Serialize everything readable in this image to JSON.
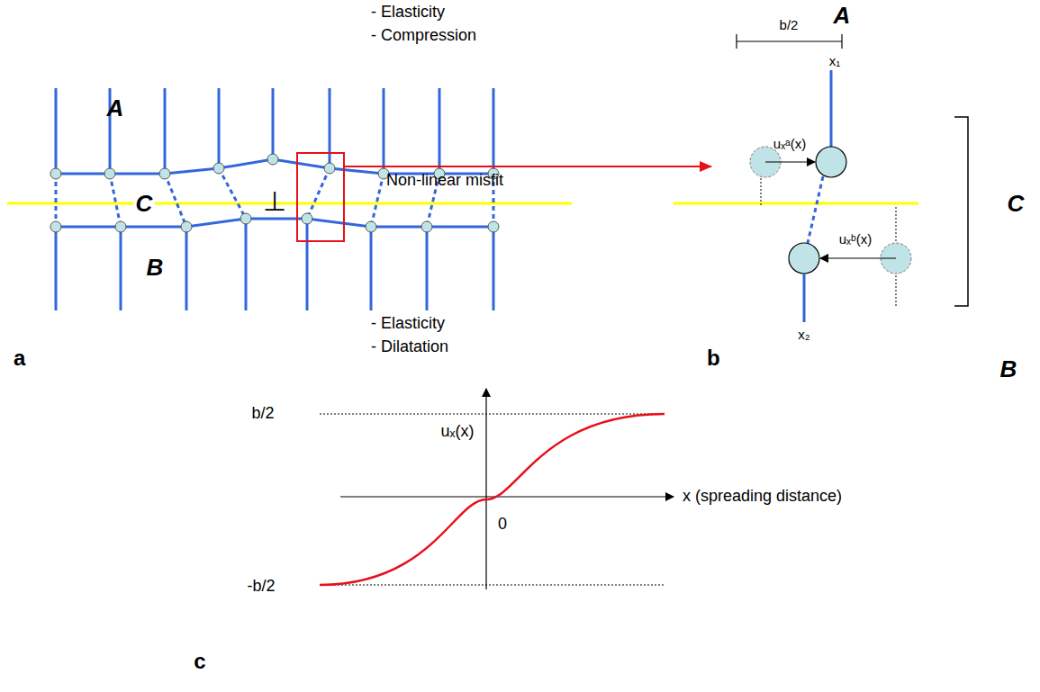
{
  "diagram": {
    "labels": [
      "A",
      "C",
      "B",
      "- Elasticity",
      "- Compression",
      "- Elasticity",
      "- Dilatation",
      "a",
      "Non-linear misfit",
      "b",
      "A",
      "b/2",
      "x₁",
      "uₓᵃ(x)",
      "uₓᵇ(x)",
      "x₂",
      "C",
      "B",
      "c",
      "b/2",
      "-b/2",
      "uₓ(x)",
      "0",
      "x (spreading distance)"
    ]
  }
}
